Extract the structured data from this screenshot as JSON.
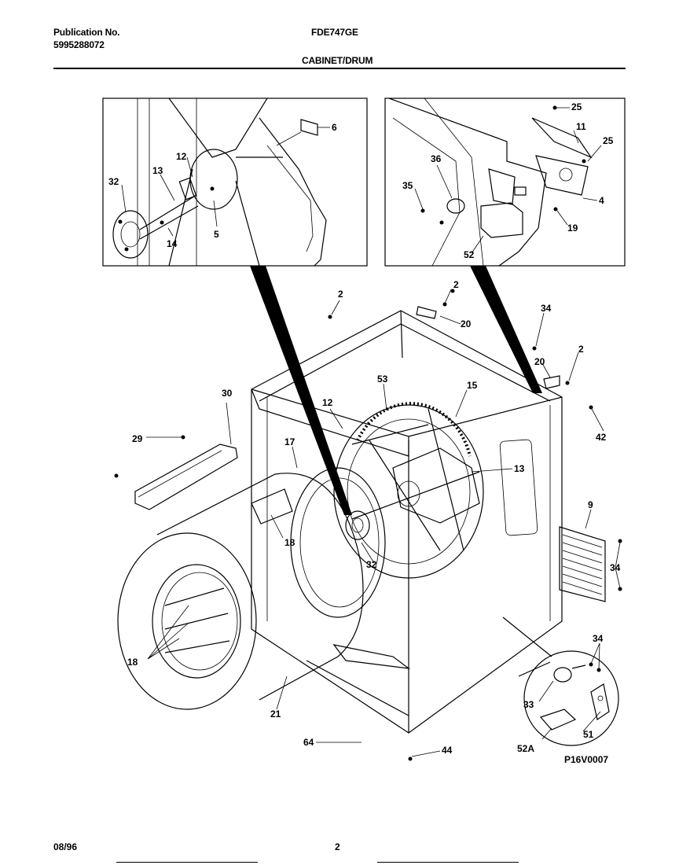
{
  "header": {
    "publication_label": "Publication No.",
    "publication_number": "5995288072",
    "model": "FDE747GE",
    "section_title": "CABINET/DRUM"
  },
  "footer": {
    "date": "08/96",
    "page_number": "2"
  },
  "diagram": {
    "drawing_code": "P16V0007",
    "inset_left_callouts": [
      "6",
      "12",
      "13",
      "32",
      "14",
      "5"
    ],
    "inset_right_callouts": [
      "25",
      "11",
      "25",
      "36",
      "35",
      "4",
      "19",
      "52"
    ],
    "main_callouts": [
      "2",
      "2",
      "20",
      "34",
      "2",
      "20",
      "42",
      "30",
      "53",
      "15",
      "12",
      "29",
      "17",
      "13",
      "9",
      "18",
      "32",
      "34",
      "18",
      "34",
      "21",
      "33",
      "51",
      "64",
      "44",
      "52A"
    ]
  }
}
